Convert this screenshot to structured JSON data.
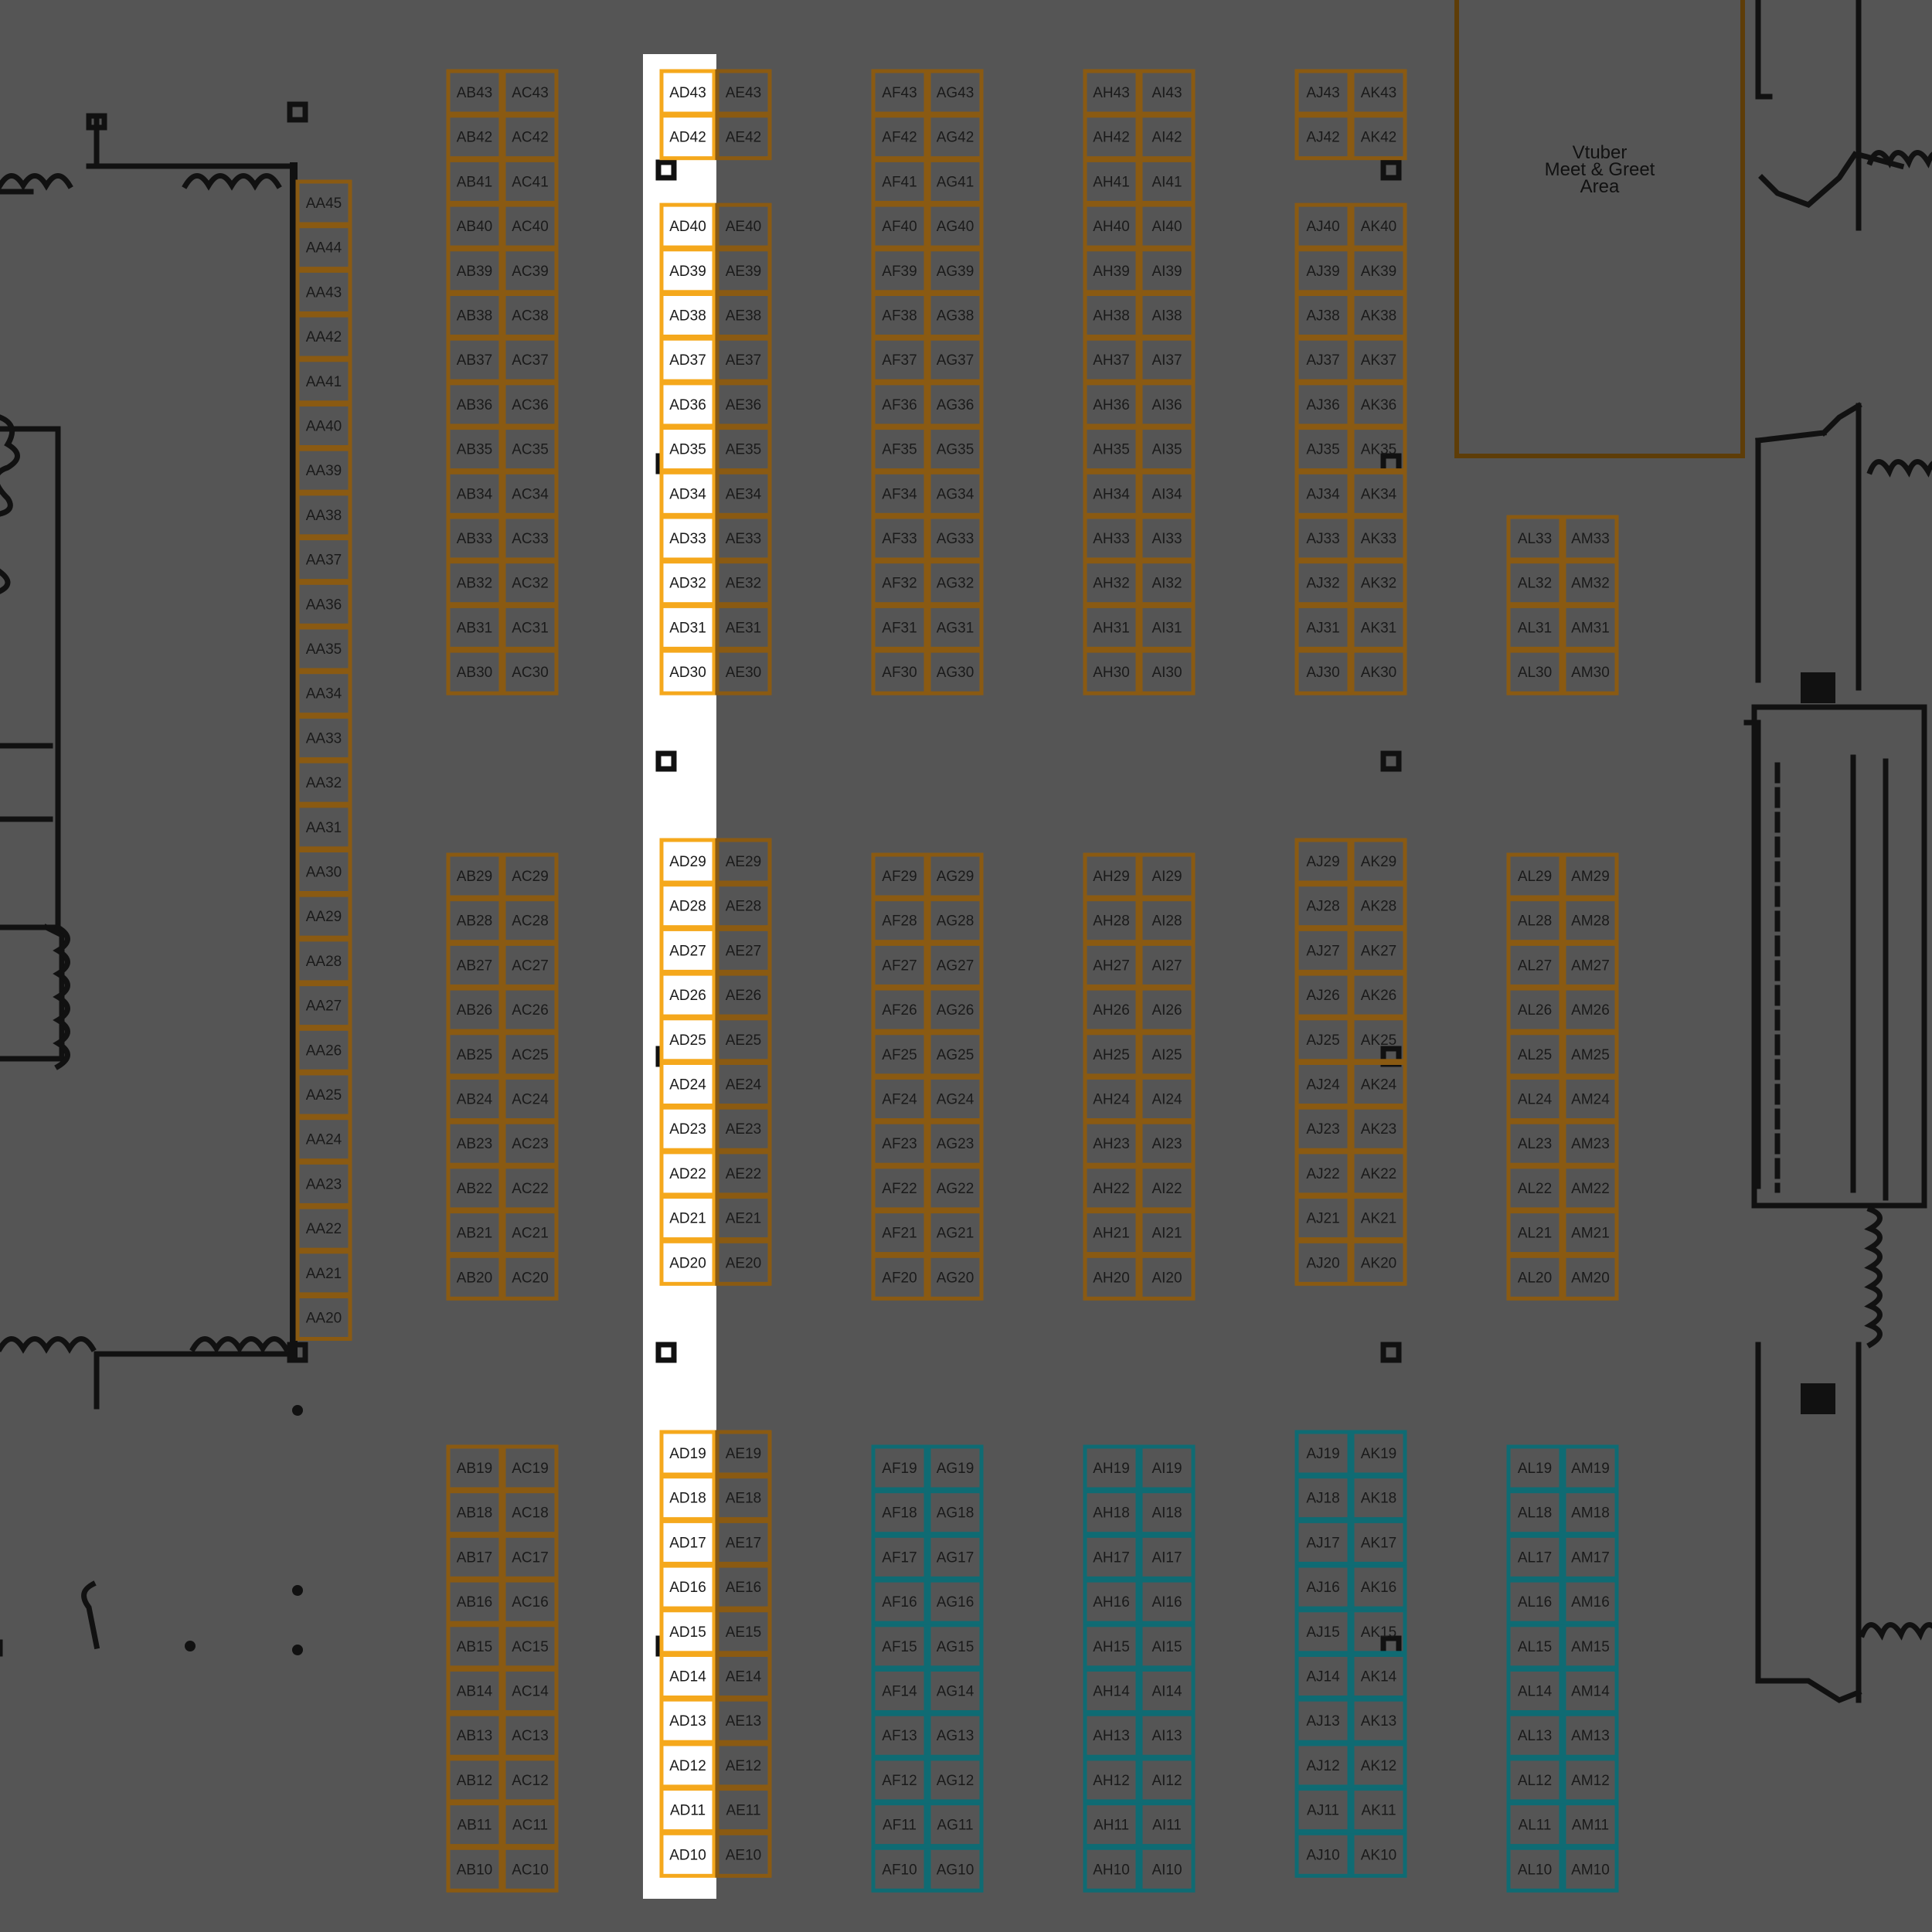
{
  "colors": {
    "background": "#555555",
    "booth_default": "#8a5a12",
    "booth_highlight": "#f5a81c",
    "booth_teal": "#0f6b73",
    "highlight_strip": "#ffffff",
    "walls": "#111111",
    "area_outline": "#5e3d08",
    "booth_text": "#1a1a1a"
  },
  "highlighted_row": "AD",
  "special_areas": [
    {
      "id": "vtuber-area",
      "label": [
        "Vtuber",
        "Meet & Greet",
        "Area"
      ]
    }
  ],
  "booths": {
    "AA": [
      "AA20",
      "AA21",
      "AA22",
      "AA23",
      "AA24",
      "AA25",
      "AA26",
      "AA27",
      "AA28",
      "AA29",
      "AA30",
      "AA31",
      "AA32",
      "AA33",
      "AA34",
      "AA35",
      "AA36",
      "AA37",
      "AA38",
      "AA39",
      "AA40",
      "AA41",
      "AA42",
      "AA43",
      "AA44",
      "AA45"
    ],
    "AB": [
      "AB10",
      "AB11",
      "AB12",
      "AB13",
      "AB14",
      "AB15",
      "AB16",
      "AB17",
      "AB18",
      "AB19",
      "AB20",
      "AB21",
      "AB22",
      "AB23",
      "AB24",
      "AB25",
      "AB26",
      "AB27",
      "AB28",
      "AB29",
      "AB30",
      "AB31",
      "AB32",
      "AB33",
      "AB34",
      "AB35",
      "AB36",
      "AB37",
      "AB38",
      "AB39",
      "AB40",
      "AB41",
      "AB42",
      "AB43"
    ],
    "AC": [
      "AC10",
      "AC11",
      "AC12",
      "AC13",
      "AC14",
      "AC15",
      "AC16",
      "AC17",
      "AC18",
      "AC19",
      "AC20",
      "AC21",
      "AC22",
      "AC23",
      "AC24",
      "AC25",
      "AC26",
      "AC27",
      "AC28",
      "AC29",
      "AC30",
      "AC31",
      "AC32",
      "AC33",
      "AC34",
      "AC35",
      "AC36",
      "AC37",
      "AC38",
      "AC39",
      "AC40",
      "AC41",
      "AC42",
      "AC43"
    ],
    "AD": [
      "AD10",
      "AD11",
      "AD12",
      "AD13",
      "AD14",
      "AD15",
      "AD16",
      "AD17",
      "AD18",
      "AD19",
      "AD20",
      "AD21",
      "AD22",
      "AD23",
      "AD24",
      "AD25",
      "AD26",
      "AD27",
      "AD28",
      "AD29",
      "AD30",
      "AD31",
      "AD32",
      "AD33",
      "AD34",
      "AD35",
      "AD36",
      "AD37",
      "AD38",
      "AD39",
      "AD40",
      "AD42",
      "AD43"
    ],
    "AE": [
      "AE10",
      "AE11",
      "AE12",
      "AE13",
      "AE14",
      "AE15",
      "AE16",
      "AE17",
      "AE18",
      "AE19",
      "AE20",
      "AE21",
      "AE22",
      "AE23",
      "AE24",
      "AE25",
      "AE26",
      "AE27",
      "AE28",
      "AE29",
      "AE30",
      "AE31",
      "AE32",
      "AE33",
      "AE34",
      "AE35",
      "AE36",
      "AE37",
      "AE38",
      "AE39",
      "AE40",
      "AE42",
      "AE43"
    ],
    "AF": [
      "AF10",
      "AF11",
      "AF12",
      "AF13",
      "AF14",
      "AF15",
      "AF16",
      "AF17",
      "AF18",
      "AF19",
      "AF20",
      "AF21",
      "AF22",
      "AF23",
      "AF24",
      "AF25",
      "AF26",
      "AF27",
      "AF28",
      "AF29",
      "AF30",
      "AF31",
      "AF32",
      "AF33",
      "AF34",
      "AF35",
      "AF36",
      "AF37",
      "AF38",
      "AF39",
      "AF40",
      "AF41",
      "AF42",
      "AF43"
    ],
    "AG": [
      "AG10",
      "AG11",
      "AG12",
      "AG13",
      "AG14",
      "AG15",
      "AG16",
      "AG17",
      "AG18",
      "AG19",
      "AG20",
      "AG21",
      "AG22",
      "AG23",
      "AG24",
      "AG25",
      "AG26",
      "AG27",
      "AG28",
      "AG29",
      "AG30",
      "AG31",
      "AG32",
      "AG33",
      "AG34",
      "AG35",
      "AG36",
      "AG37",
      "AG38",
      "AG39",
      "AG40",
      "AG41",
      "AG42",
      "AG43"
    ],
    "AH": [
      "AH10",
      "AH11",
      "AH12",
      "AH13",
      "AH14",
      "AH15",
      "AH16",
      "AH17",
      "AH18",
      "AH19",
      "AH20",
      "AH21",
      "AH22",
      "AH23",
      "AH24",
      "AH25",
      "AH26",
      "AH27",
      "AH28",
      "AH29",
      "AH30",
      "AH31",
      "AH32",
      "AH33",
      "AH34",
      "AH35",
      "AH36",
      "AH37",
      "AH38",
      "AH39",
      "AH40",
      "AH41",
      "AH42",
      "AH43"
    ],
    "AI": [
      "AI10",
      "AI11",
      "AI12",
      "AI13",
      "AI14",
      "AI15",
      "AI16",
      "AI17",
      "AI18",
      "AI19",
      "AI20",
      "AI21",
      "AI22",
      "AI23",
      "AI24",
      "AI25",
      "AI26",
      "AI27",
      "AI28",
      "AI29",
      "AI30",
      "AI31",
      "AI32",
      "AI33",
      "AI34",
      "AI35",
      "AI36",
      "AI37",
      "AI38",
      "AI39",
      "AI40",
      "AI41",
      "AI42",
      "AI43"
    ],
    "AJ": [
      "AJ10",
      "AJ11",
      "AJ12",
      "AJ13",
      "AJ14",
      "AJ15",
      "AJ16",
      "AJ17",
      "AJ18",
      "AJ19",
      "AJ20",
      "AJ21",
      "AJ22",
      "AJ23",
      "AJ24",
      "AJ25",
      "AJ26",
      "AJ27",
      "AJ28",
      "AJ29",
      "AJ30",
      "AJ31",
      "AJ32",
      "AJ33",
      "AJ34",
      "AJ35",
      "AJ36",
      "AJ37",
      "AJ38",
      "AJ39",
      "AJ40",
      "AJ42",
      "AJ43"
    ],
    "AK": [
      "AK10",
      "AK11",
      "AK12",
      "AK13",
      "AK14",
      "AK15",
      "AK16",
      "AK17",
      "AK18",
      "AK19",
      "AK20",
      "AK21",
      "AK22",
      "AK23",
      "AK24",
      "AK25",
      "AK26",
      "AK27",
      "AK28",
      "AK29",
      "AK30",
      "AK31",
      "AK32",
      "AK33",
      "AK34",
      "AK35",
      "AK36",
      "AK37",
      "AK38",
      "AK39",
      "AK40",
      "AK42",
      "AK43"
    ],
    "AL": [
      "AL10",
      "AL11",
      "AL12",
      "AL13",
      "AL14",
      "AL15",
      "AL16",
      "AL17",
      "AL18",
      "AL19",
      "AL20",
      "AL21",
      "AL22",
      "AL23",
      "AL24",
      "AL25",
      "AL26",
      "AL27",
      "AL28",
      "AL29",
      "AL30",
      "AL31",
      "AL32",
      "AL33"
    ],
    "AM": [
      "AM10",
      "AM11",
      "AM12",
      "AM13",
      "AM14",
      "AM15",
      "AM16",
      "AM17",
      "AM18",
      "AM19",
      "AM20",
      "AM21",
      "AM22",
      "AM23",
      "AM24",
      "AM25",
      "AM26",
      "AM27",
      "AM28",
      "AM29",
      "AM30",
      "AM31",
      "AM32",
      "AM33"
    ]
  },
  "booth_colors": {
    "teal_rows": [
      "AF",
      "AG",
      "AH",
      "AI",
      "AJ",
      "AK",
      "AL",
      "AM"
    ],
    "teal_numbers_max": 19
  }
}
